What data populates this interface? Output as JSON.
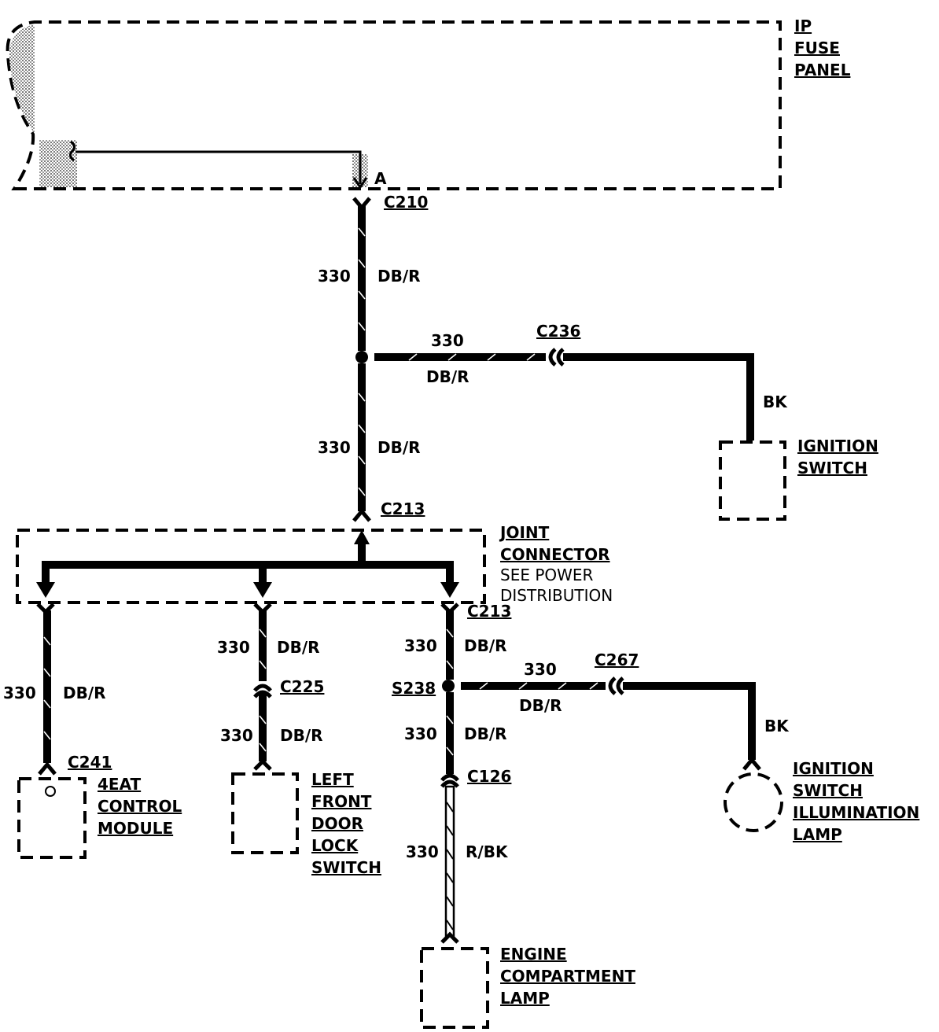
{
  "components": {
    "fuse_panel": [
      "IP",
      "FUSE",
      "PANEL"
    ],
    "fuse_panel_pin": "A",
    "ignition_switch": [
      "IGNITION",
      "SWITCH"
    ],
    "joint_connector": [
      "JOINT",
      "CONNECTOR"
    ],
    "joint_connector_note": [
      "SEE POWER",
      "DISTRIBUTION"
    ],
    "control_module": [
      "4EAT",
      "CONTROL",
      "MODULE"
    ],
    "door_lock_switch": [
      "LEFT",
      "FRONT",
      "DOOR",
      "LOCK",
      "SWITCH"
    ],
    "illumination_lamp": [
      "IGNITION",
      "SWITCH",
      "ILLUMINATION",
      "LAMP"
    ],
    "engine_lamp": [
      "ENGINE",
      "COMPARTMENT",
      "LAMP"
    ]
  },
  "connectors": {
    "c210": "C210",
    "c236": "C236",
    "c213_top": "C213",
    "c213_bottom": "C213",
    "c225": "C225",
    "c241": "C241",
    "c267": "C267",
    "c126": "C126",
    "s238": "S238"
  },
  "wires": {
    "w1": {
      "circuit": "330",
      "color": "DB/R"
    },
    "w2": {
      "circuit": "330",
      "color": "DB/R"
    },
    "w3": {
      "circuit": "330",
      "color": "DB/R"
    },
    "ign_ground": {
      "color": "BK"
    },
    "w4": {
      "circuit": "330",
      "color": "DB/R"
    },
    "w5": {
      "circuit": "330",
      "color": "DB/R"
    },
    "w6": {
      "circuit": "330",
      "color": "DB/R"
    },
    "w7": {
      "circuit": "330",
      "color": "DB/R"
    },
    "w8": {
      "circuit": "330",
      "color": "DB/R"
    },
    "w9": {
      "circuit": "330",
      "color": "DB/R"
    },
    "w10": {
      "circuit": "330",
      "color": "R/BK"
    },
    "lamp_ground": {
      "color": "BK"
    }
  }
}
